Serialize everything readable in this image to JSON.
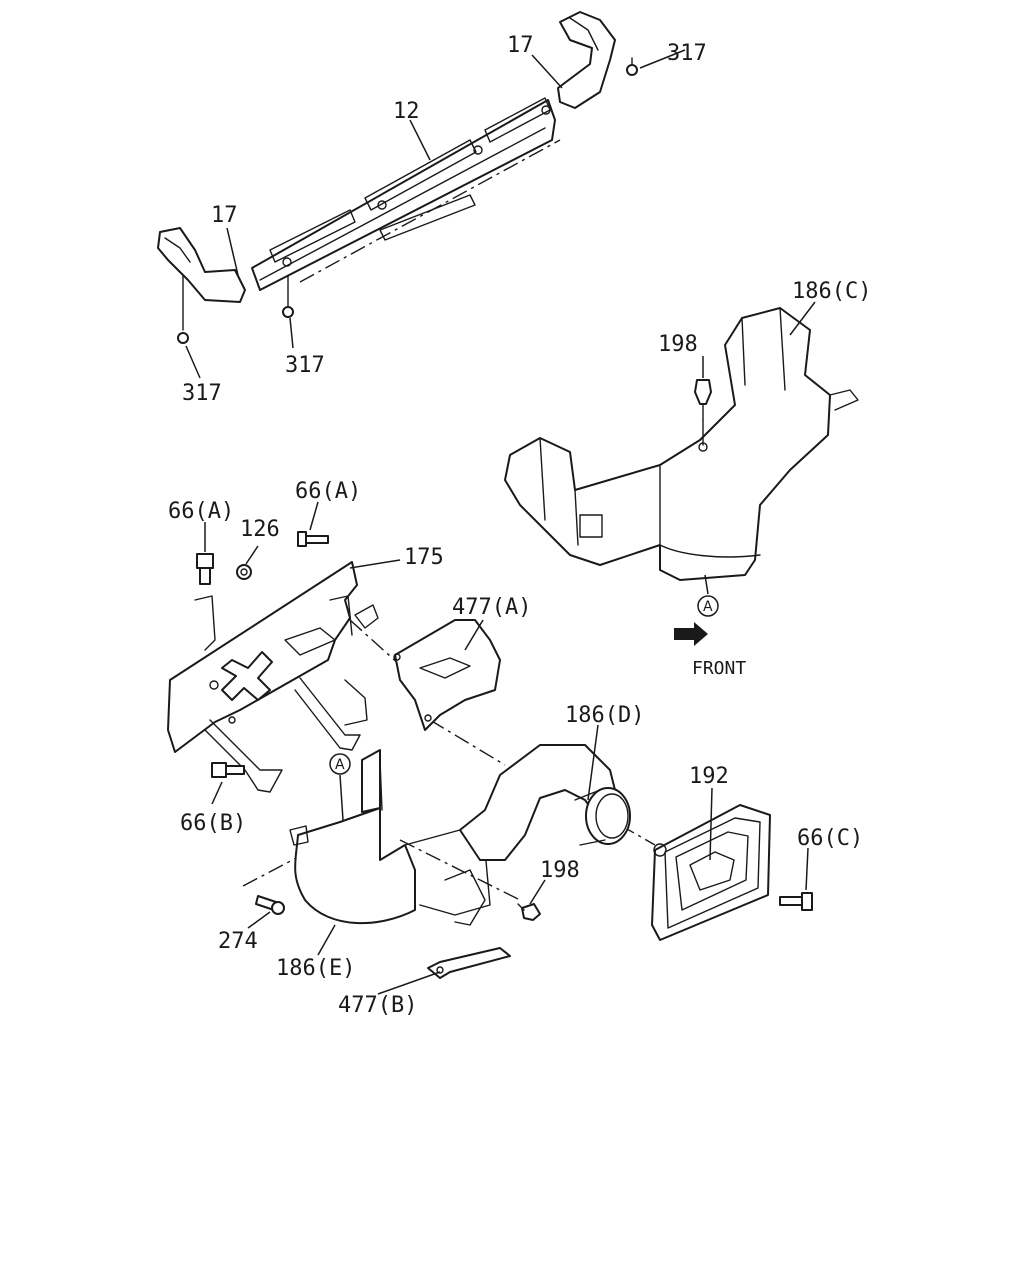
{
  "labels": {
    "p17_top": "17",
    "p317_top_right": "317",
    "p12": "12",
    "p17_left": "17",
    "p317_mid": "317",
    "p317_left": "317",
    "p186c": "186(C)",
    "p198_top": "198",
    "ref_a_upper": "A",
    "front": "FRONT",
    "p66a_left": "66(A)",
    "p126": "126",
    "p66a_mid": "66(A)",
    "p175": "175",
    "p477a": "477(A)",
    "p186d": "186(D)",
    "p192": "192",
    "p66c": "66(C)",
    "ref_a_lower": "A",
    "p66b": "66(B)",
    "p198_bottom": "198",
    "p274": "274",
    "p186e": "186(E)",
    "p477b": "477(B)"
  }
}
